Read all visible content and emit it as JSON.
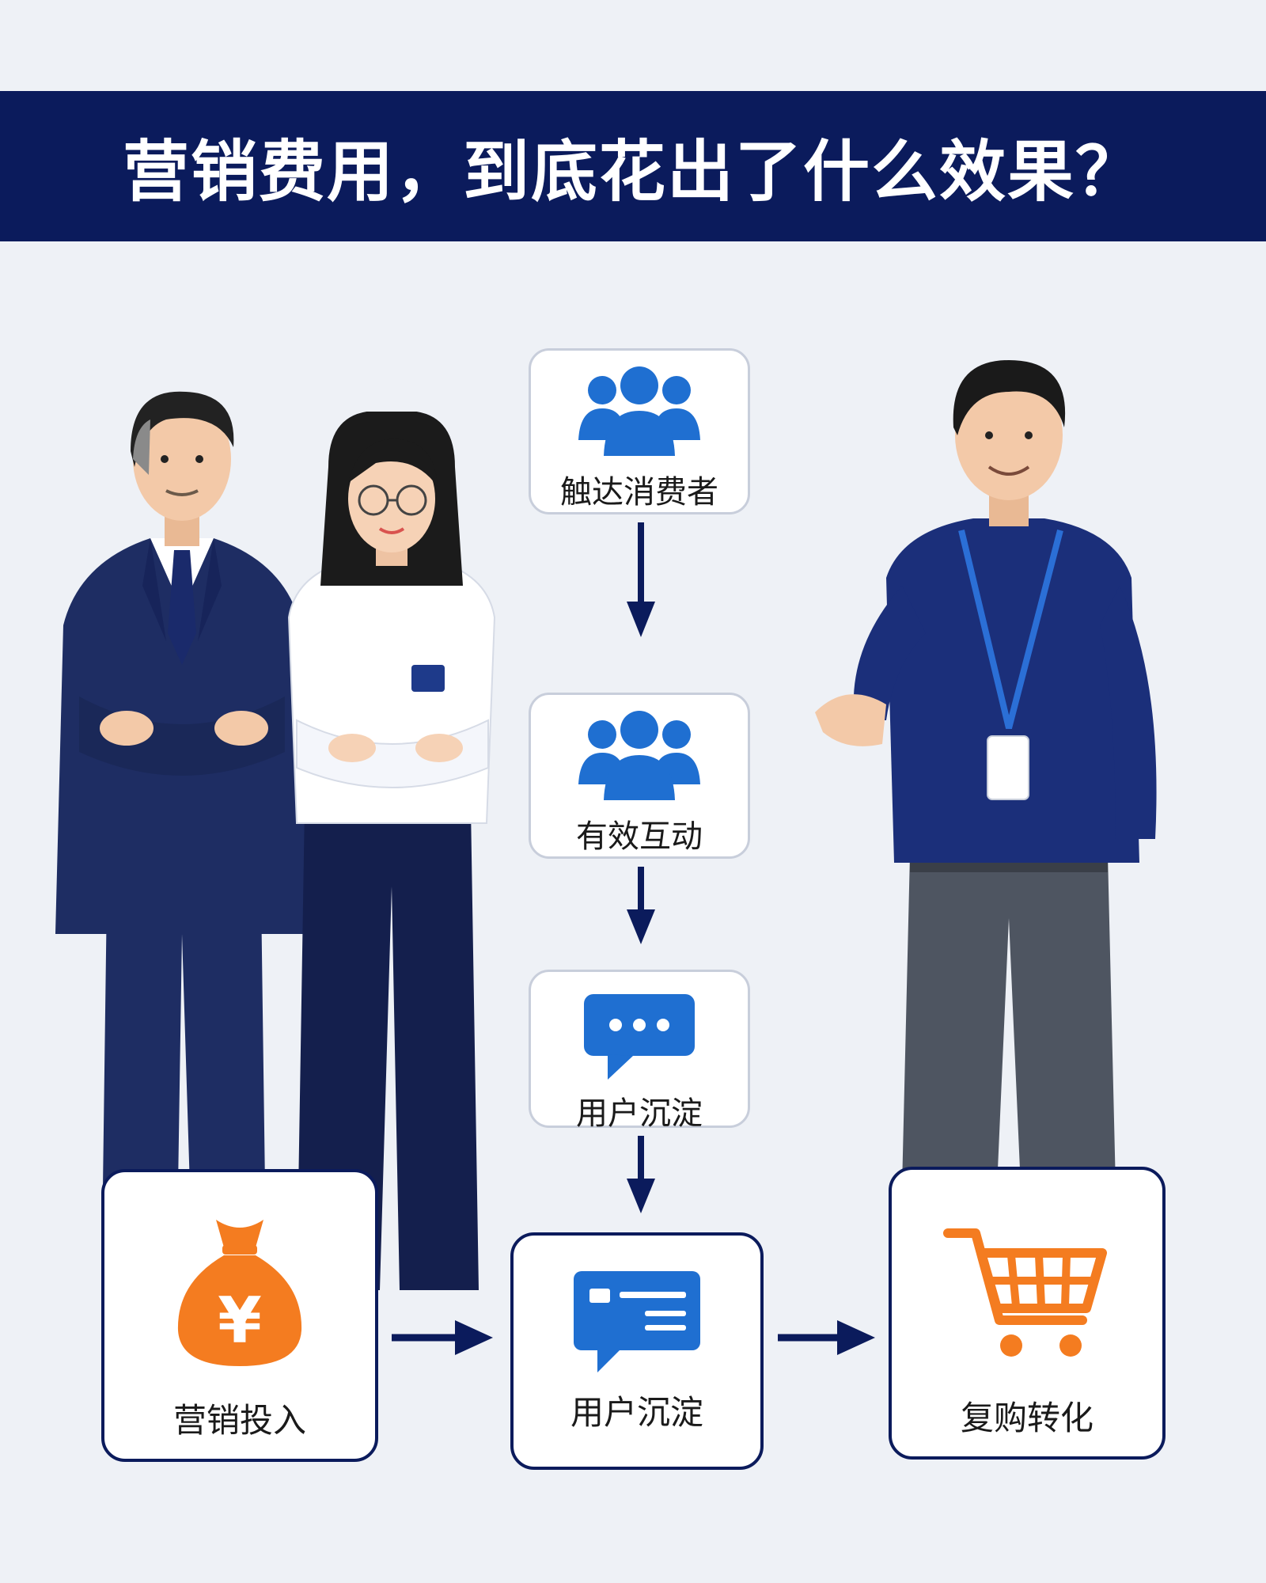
{
  "header": {
    "title": "营销费用，到底花出了什么效果？"
  },
  "flow": {
    "vertical_nodes": [
      {
        "label": "触达消费者",
        "icon": "people-group-icon"
      },
      {
        "label": "有效互动",
        "icon": "people-group-icon"
      },
      {
        "label": "用户沉淀",
        "icon": "chat-bubble-icon"
      }
    ],
    "bottom_nodes": [
      {
        "label": "营销投入",
        "icon": "money-bag-icon"
      },
      {
        "label": "用户沉淀",
        "icon": "message-card-icon"
      },
      {
        "label": "复购转化",
        "icon": "shopping-cart-icon"
      }
    ],
    "money_symbol": "¥"
  },
  "colors": {
    "navy": "#0b1b5c",
    "icon_blue": "#1f6fd1",
    "icon_orange": "#f47c20",
    "background": "#eef1f6"
  }
}
